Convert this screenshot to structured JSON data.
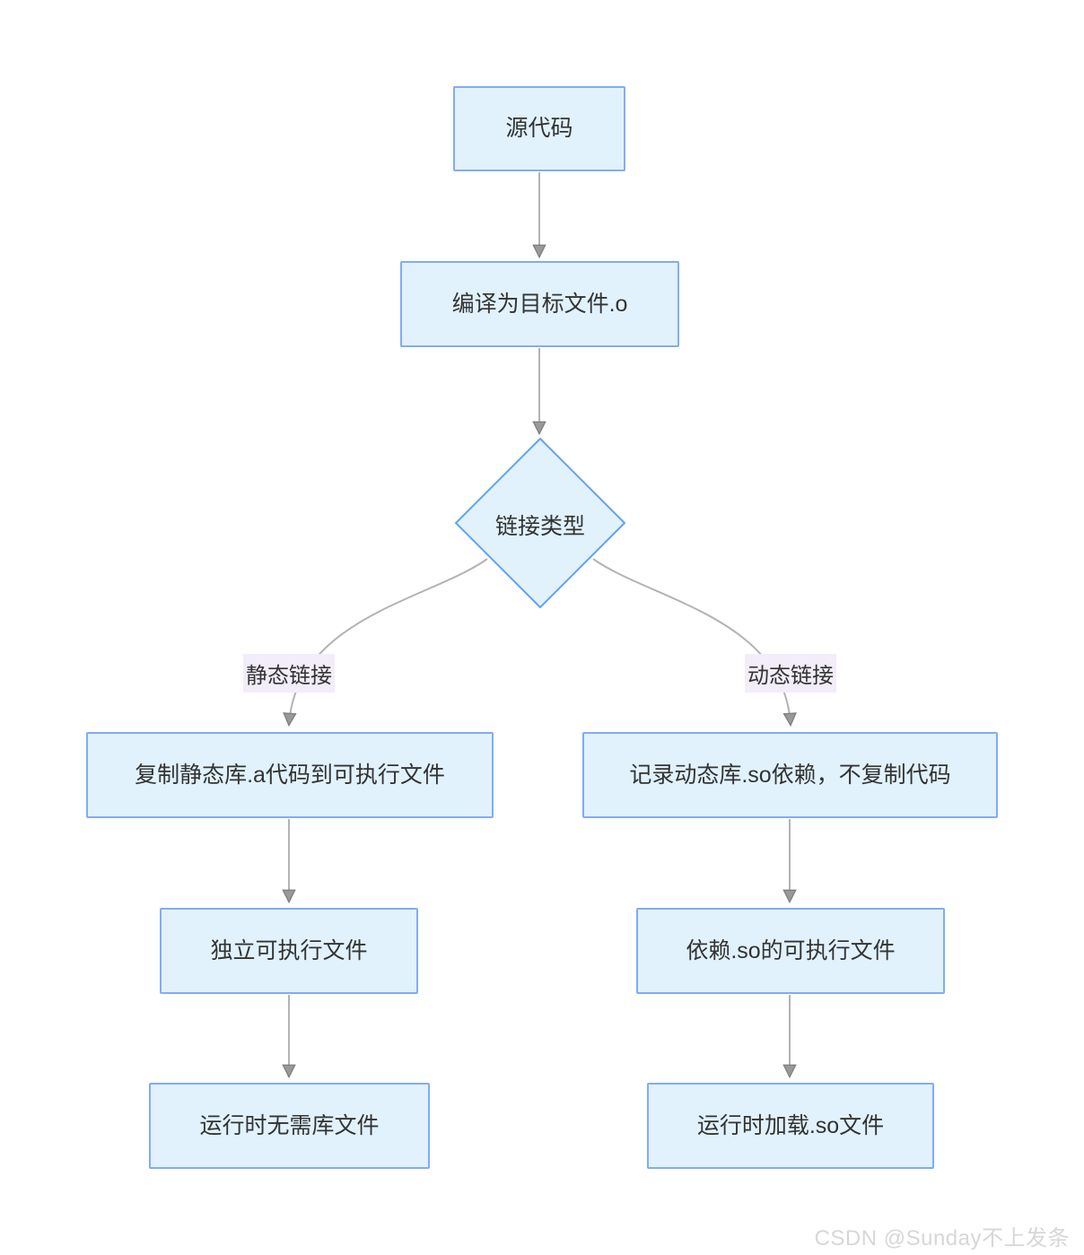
{
  "diagram": {
    "title_hint": "compile-and-link flowchart",
    "nodes": {
      "source": {
        "label": "源代码"
      },
      "compile": {
        "label": "编译为目标文件.o"
      },
      "link_type": {
        "label": "链接类型"
      },
      "static_copy": {
        "label": "复制静态库.a代码到可执行文件"
      },
      "static_exec": {
        "label": "独立可执行文件"
      },
      "static_runtime": {
        "label": "运行时无需库文件"
      },
      "dynamic_record": {
        "label": "记录动态库.so依赖，不复制代码"
      },
      "dynamic_exec": {
        "label": "依赖.so的可执行文件"
      },
      "dynamic_runtime": {
        "label": "运行时加载.so文件"
      }
    },
    "edge_labels": {
      "static_branch": "静态链接",
      "dynamic_branch": "动态链接"
    },
    "colors": {
      "node_fill": "#e1f2fd",
      "node_border": "#82abf5",
      "diamond_fill": "#e1f2fd",
      "diamond_border": "#63a2f4",
      "edge_line": "#b3b3b3",
      "arrowhead": "#999999",
      "arrowhead_outline": "#7f7f7f",
      "edge_label_bg": "#f2edf9",
      "text": "#333333",
      "watermark": "#d7d7d7"
    }
  },
  "watermark": {
    "text": "CSDN @Sunday不上发条"
  }
}
